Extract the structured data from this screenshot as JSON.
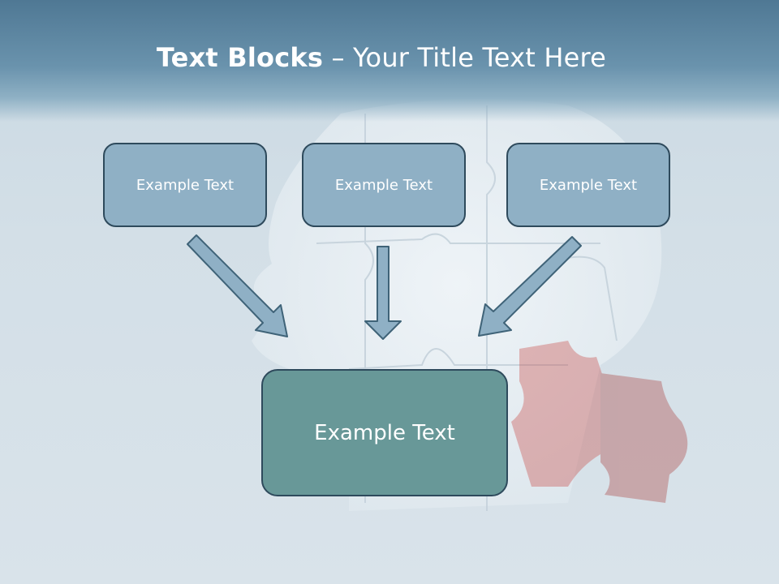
{
  "title": {
    "bold_part": "Text Blocks",
    "rest": " – Your Title Text Here"
  },
  "boxes": {
    "top": [
      "Example Text",
      "Example Text",
      "Example Text"
    ],
    "bottom": "Example Text"
  },
  "colors": {
    "header": "#5b84a0",
    "box_fill": "#8fb0c5",
    "box_border": "#2e4a5c",
    "bottom_fill": "#689898",
    "arrow_fill": "#8fb0c5",
    "arrow_stroke": "#3f6378"
  },
  "background_image": "puzzle-head"
}
